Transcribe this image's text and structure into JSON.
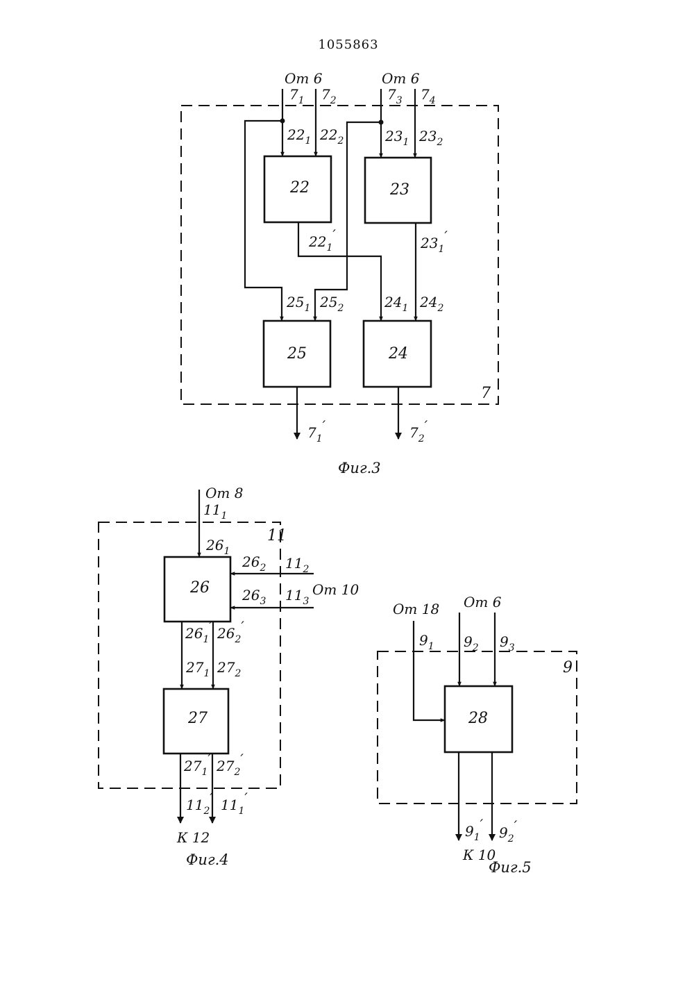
{
  "header": {
    "patent_number": "1055863"
  },
  "fig3": {
    "caption": "Фиг.3",
    "block_label": "7",
    "from_left": "От 6",
    "from_right": "От 6",
    "inputs": [
      {
        "main": "7",
        "sub": "1"
      },
      {
        "main": "7",
        "sub": "2"
      },
      {
        "main": "7",
        "sub": "3"
      },
      {
        "main": "7",
        "sub": "4"
      }
    ],
    "boxes": {
      "b22": "22",
      "b23": "23",
      "b25": "25",
      "b24": "24"
    },
    "wires": {
      "w22_1": {
        "main": "22",
        "sub": "1"
      },
      "w22_2": {
        "main": "22",
        "sub": "2"
      },
      "w23_1": {
        "main": "23",
        "sub": "1"
      },
      "w23_2": {
        "main": "23",
        "sub": "2"
      },
      "w22_1p": {
        "main": "22",
        "sub": "1",
        "prime": "′"
      },
      "w23_1p": {
        "main": "23",
        "sub": "1",
        "prime": "′"
      },
      "w25_1": {
        "main": "25",
        "sub": "1"
      },
      "w25_2": {
        "main": "25",
        "sub": "2"
      },
      "w24_1": {
        "main": "24",
        "sub": "1"
      },
      "w24_2": {
        "main": "24",
        "sub": "2"
      }
    },
    "outputs": [
      {
        "main": "7",
        "sub": "1",
        "prime": "′"
      },
      {
        "main": "7",
        "sub": "2",
        "prime": "′"
      }
    ]
  },
  "fig4": {
    "caption": "Фиг.4",
    "block_label": "11",
    "from_top": "От 8",
    "from_right": "От 10",
    "to_bottom": "К 12",
    "boxes": {
      "b26": "26",
      "b27": "27"
    },
    "inputs": {
      "i11_1": {
        "main": "11",
        "sub": "1"
      },
      "i11_2": {
        "main": "11",
        "sub": "2"
      },
      "i11_3": {
        "main": "11",
        "sub": "3"
      }
    },
    "wires": {
      "w26_1": {
        "main": "26",
        "sub": "1"
      },
      "w26_2": {
        "main": "26",
        "sub": "2"
      },
      "w26_3": {
        "main": "26",
        "sub": "3"
      },
      "w26_1p": {
        "main": "26",
        "sub": "1",
        "prime": "′"
      },
      "w26_2p": {
        "main": "26",
        "sub": "2",
        "prime": "′"
      },
      "w27_1": {
        "main": "27",
        "sub": "1"
      },
      "w27_2": {
        "main": "27",
        "sub": "2"
      },
      "w27_1p": {
        "main": "27",
        "sub": "1",
        "prime": "′"
      },
      "w27_2p": {
        "main": "27",
        "sub": "2",
        "prime": "′"
      }
    },
    "outputs": {
      "o11_2p": {
        "main": "11",
        "sub": "2",
        "prime": "′"
      },
      "o11_1p": {
        "main": "11",
        "sub": "1",
        "prime": "′"
      }
    }
  },
  "fig5": {
    "caption": "Фиг.5",
    "block_label": "9",
    "from_left": "От 18",
    "from_right": "От 6",
    "to_bottom": "К 10",
    "boxes": {
      "b28": "28"
    },
    "inputs": {
      "i9_1": {
        "main": "9",
        "sub": "1"
      },
      "i9_2": {
        "main": "9",
        "sub": "2"
      },
      "i9_3": {
        "main": "9",
        "sub": "3"
      }
    },
    "outputs": {
      "o9_1p": {
        "main": "9",
        "sub": "1",
        "prime": "′"
      },
      "o9_2p": {
        "main": "9",
        "sub": "2",
        "prime": "′"
      }
    }
  }
}
